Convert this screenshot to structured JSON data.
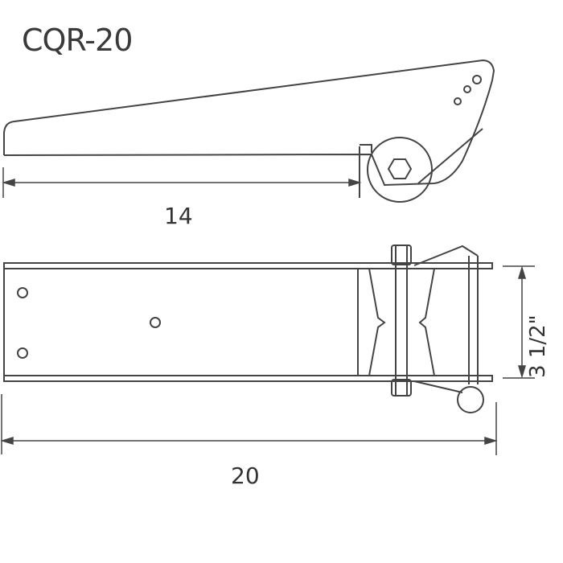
{
  "drawing": {
    "title": "CQR-20",
    "side_view": {
      "length_dimension": "14"
    },
    "top_view": {
      "length_dimension": "20",
      "width_dimension": "3 1/2\""
    },
    "line_color": "#444444",
    "background_color": "#ffffff"
  }
}
